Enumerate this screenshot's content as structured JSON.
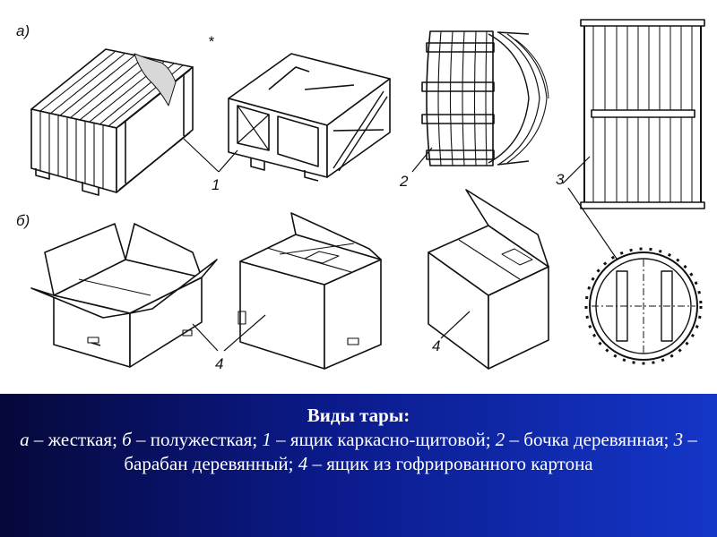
{
  "labels": {
    "group_a": "а)",
    "group_b": "б)",
    "n1": "1",
    "n2": "2",
    "n3": "3",
    "n4a": "4",
    "n4b": "4",
    "star": "*"
  },
  "caption": {
    "title": "Виды тары:",
    "a_letter": "а",
    "a_text": " – жесткая; ",
    "b_letter": "б",
    "b_text": " – полужесткая; ",
    "n1": "1",
    "n1_text": " – ящик каркасно-щитовой; ",
    "n2": "2",
    "n2_text": " – бочка деревянная;  ",
    "n3": "3",
    "n3_text": " – барабан деревянный; ",
    "n4": "4",
    "n4_text": " – ящик из гофрированного картона"
  }
}
